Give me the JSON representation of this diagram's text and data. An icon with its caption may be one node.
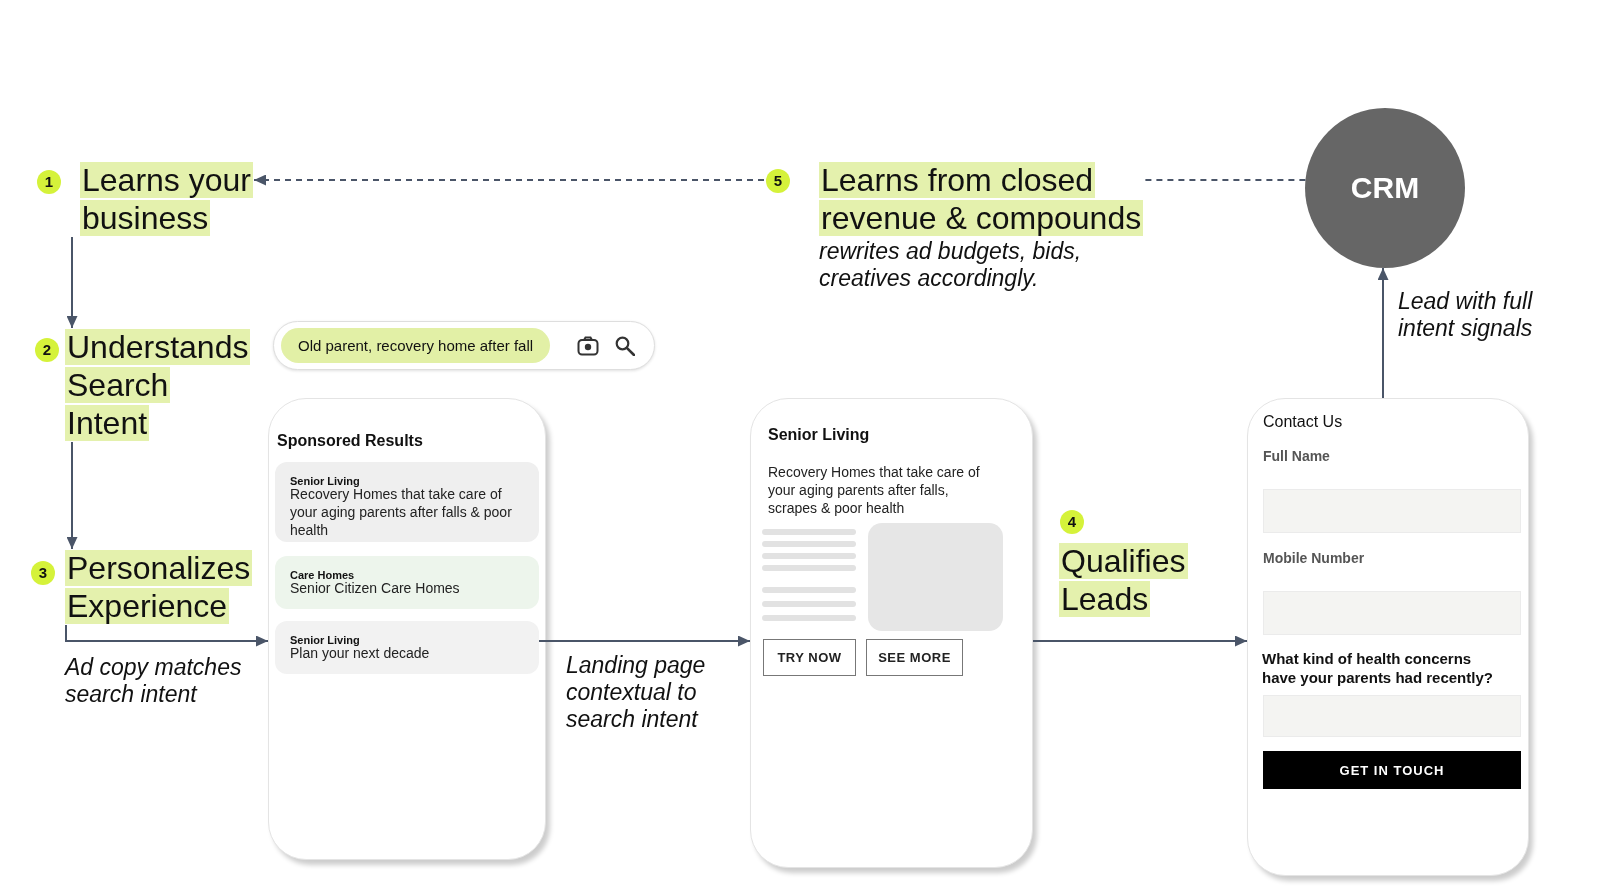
{
  "diagram": {
    "nodes": [
      {
        "text": [
          "1",
          "Learns your business"
        ]
      },
      {
        "text": [
          "5",
          "Learns from closed revenue & compounds",
          "rewrites ad budgets, bids, creatives accordingly."
        ]
      },
      {
        "text": [
          "CRM"
        ]
      },
      {
        "text": [
          "2",
          "Understands Search Intent"
        ]
      },
      {
        "text": [
          "Old parent, recovery home after fall"
        ]
      },
      {
        "text": [
          "3",
          "Personalizes Experience"
        ]
      },
      {
        "text": [
          "Sponsored Results"
        ]
      },
      {
        "text": [
          "Senior Living",
          "Recovery Homes that take care of your aging parents after falls & poor health"
        ],
        "in": 6
      },
      {
        "text": [
          "Care Homes",
          "Senior Citizen Care Homes"
        ],
        "in": 6
      },
      {
        "text": [
          "Senior Living",
          "Plan your next decade"
        ],
        "in": 6
      },
      {
        "text": [
          "Senior Living",
          "Recovery Homes that take care of your aging parents after falls, scrapes & poor health"
        ]
      },
      {
        "text": [
          "TRY NOW"
        ],
        "in": 10
      },
      {
        "text": [
          "SEE MORE"
        ],
        "in": 10
      },
      {
        "text": [
          "4",
          "Qualifies Leads"
        ]
      },
      {
        "text": [
          "Contact Us",
          "Full Name",
          "Mobile Number",
          "What kind of health concerns have your parents had recently?"
        ]
      },
      {
        "text": [
          "GET IN TOUCH"
        ],
        "in": 14
      }
    ],
    "edges": [
      {
        "from": 0,
        "to": 3,
        "arrow": "to"
      },
      {
        "from": 3,
        "to": 5,
        "arrow": "to"
      },
      {
        "from": 5,
        "to": 6,
        "arrow": "to",
        "label": "Ad copy matches search intent"
      },
      {
        "from": 9,
        "to": 10,
        "arrow": "to",
        "label": "Landing page contextual to search intent"
      },
      {
        "from": 10,
        "to": 14,
        "arrow": "to"
      },
      {
        "from": 14,
        "to": 2,
        "arrow": "to",
        "label": "Lead with full intent signals"
      },
      {
        "from": 2,
        "to": 1,
        "arrow": "none",
        "style": "dashed"
      },
      {
        "from": 1,
        "to": 0,
        "arrow": "to",
        "style": "dashed"
      }
    ]
  }
}
